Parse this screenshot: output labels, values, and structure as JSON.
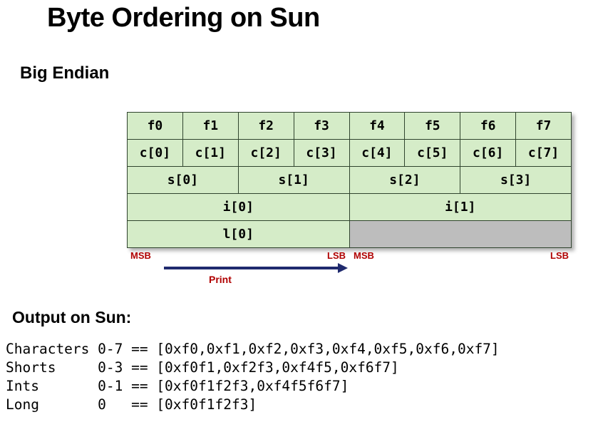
{
  "slide": {
    "title": "Byte Ordering on Sun",
    "endian_label": "Big Endian",
    "output_heading": "Output on Sun:"
  },
  "byte_table": {
    "rows": [
      {
        "name": "field-row",
        "cells": [
          {
            "label": "f0",
            "span": 1,
            "empty": false
          },
          {
            "label": "f1",
            "span": 1,
            "empty": false
          },
          {
            "label": "f2",
            "span": 1,
            "empty": false
          },
          {
            "label": "f3",
            "span": 1,
            "empty": false
          },
          {
            "label": "f4",
            "span": 1,
            "empty": false
          },
          {
            "label": "f5",
            "span": 1,
            "empty": false
          },
          {
            "label": "f6",
            "span": 1,
            "empty": false
          },
          {
            "label": "f7",
            "span": 1,
            "empty": false
          }
        ]
      },
      {
        "name": "char-row",
        "cells": [
          {
            "label": "c[0]",
            "span": 1,
            "empty": false
          },
          {
            "label": "c[1]",
            "span": 1,
            "empty": false
          },
          {
            "label": "c[2]",
            "span": 1,
            "empty": false
          },
          {
            "label": "c[3]",
            "span": 1,
            "empty": false
          },
          {
            "label": "c[4]",
            "span": 1,
            "empty": false
          },
          {
            "label": "c[5]",
            "span": 1,
            "empty": false
          },
          {
            "label": "c[6]",
            "span": 1,
            "empty": false
          },
          {
            "label": "c[7]",
            "span": 1,
            "empty": false
          }
        ]
      },
      {
        "name": "short-row",
        "cells": [
          {
            "label": "s[0]",
            "span": 2,
            "empty": false
          },
          {
            "label": "s[1]",
            "span": 2,
            "empty": false
          },
          {
            "label": "s[2]",
            "span": 2,
            "empty": false
          },
          {
            "label": "s[3]",
            "span": 2,
            "empty": false
          }
        ]
      },
      {
        "name": "int-row",
        "cells": [
          {
            "label": "i[0]",
            "span": 4,
            "empty": false
          },
          {
            "label": "i[1]",
            "span": 4,
            "empty": false
          }
        ]
      },
      {
        "name": "long-row",
        "cells": [
          {
            "label": "l[0]",
            "span": 4,
            "empty": false
          },
          {
            "label": "",
            "span": 4,
            "empty": true
          }
        ]
      }
    ]
  },
  "markers": {
    "msb_left": "MSB",
    "lsb_left": "LSB",
    "msb_right": "MSB",
    "lsb_right": "LSB",
    "print_label": "Print",
    "arrow_color": "#1f2a6e",
    "marker_color": "#b00000"
  },
  "colors": {
    "cell_green": "#d5ecc8",
    "cell_grey": "#bdbdbd",
    "cell_border": "#30442e"
  },
  "output": {
    "lines": [
      "Characters 0-7 == [0xf0,0xf1,0xf2,0xf3,0xf4,0xf5,0xf6,0xf7]",
      "Shorts     0-3 == [0xf0f1,0xf2f3,0xf4f5,0xf6f7]",
      "Ints       0-1 == [0xf0f1f2f3,0xf4f5f6f7]",
      "Long       0   == [0xf0f1f2f3]"
    ]
  }
}
